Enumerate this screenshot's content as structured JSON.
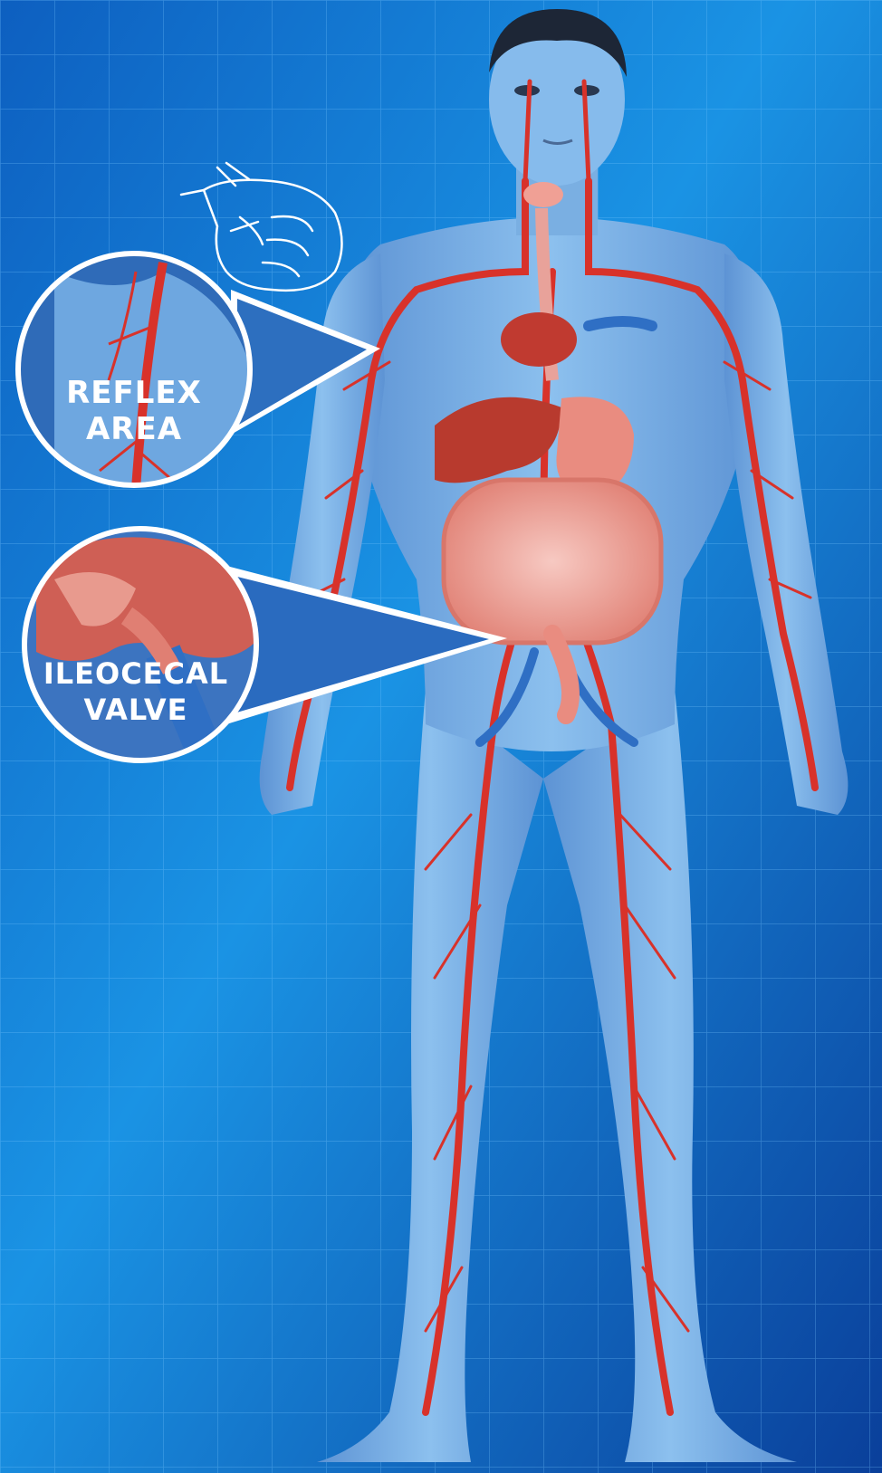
{
  "callouts": [
    {
      "line1": "REFLEX",
      "line2": "AREA"
    },
    {
      "line1": "ILEOCECAL",
      "line2": "VALVE"
    }
  ],
  "colors": {
    "background_light": "#1f9be8",
    "background_dark": "#0a3f9a",
    "grid": "#6fc4ff",
    "body_skin": "#7fb4e6",
    "body_shade": "#4f86c8",
    "artery": "#d8322a",
    "vein": "#2f6fc4",
    "organ": "#e98c80",
    "liver": "#b83a2e",
    "circle_border": "#ffffff"
  },
  "icons": [
    "clenched-fist-icon"
  ]
}
